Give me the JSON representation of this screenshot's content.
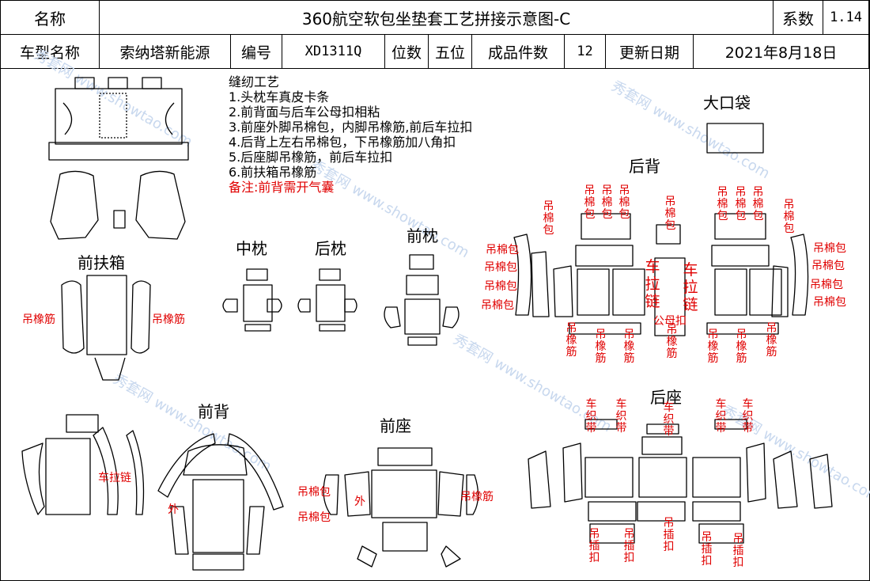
{
  "header": {
    "name_label": "名称",
    "title": "360航空软包坐垫套工艺拼接示意图-C",
    "coef_label": "系数",
    "coef_value": "1.14",
    "model_label": "车型名称",
    "model_value": "索纳塔新能源",
    "code_label": "编号",
    "code_value": "XD1311Q",
    "seats_label": "位数",
    "seats_value": "五位",
    "pieces_label": "成品件数",
    "pieces_value": "12",
    "date_label": "更新日期",
    "date_value": "2021年8月18日"
  },
  "notes": {
    "title": "缝纫工艺",
    "items": [
      "1.头枕车真皮卡条",
      "2.前背面与后车公母扣相粘",
      "3.前座外脚吊棉包，内脚吊橡筋,前后车拉扣",
      "4.后背上左右吊棉包，下吊橡筋加八角扣",
      "5.后座脚吊橡筋，前后车拉扣",
      "6.前扶箱吊橡筋"
    ],
    "remark": "备注:前背需开气囊"
  },
  "sections": {
    "big_pocket": "大口袋",
    "rear_back": "后背",
    "mid_pillow": "中枕",
    "rear_pillow": "后枕",
    "front_pillow": "前枕",
    "front_armrest": "前扶箱",
    "front_back": "前背",
    "front_seat": "前座",
    "rear_seat": "后座"
  },
  "annotations": {
    "elastic": "吊橡筋",
    "cotton_pack": "吊棉包",
    "zipper": "车拉链",
    "outer": "外",
    "weave_band": "车织带",
    "hang_buckle": "吊插扣",
    "snap": "公母扣"
  },
  "watermark": {
    "brand": "秀套网",
    "url": "www.showtao.com"
  },
  "colors": {
    "line": "#000000",
    "annotation": "#e00000",
    "watermark": "#c8d8ee"
  }
}
